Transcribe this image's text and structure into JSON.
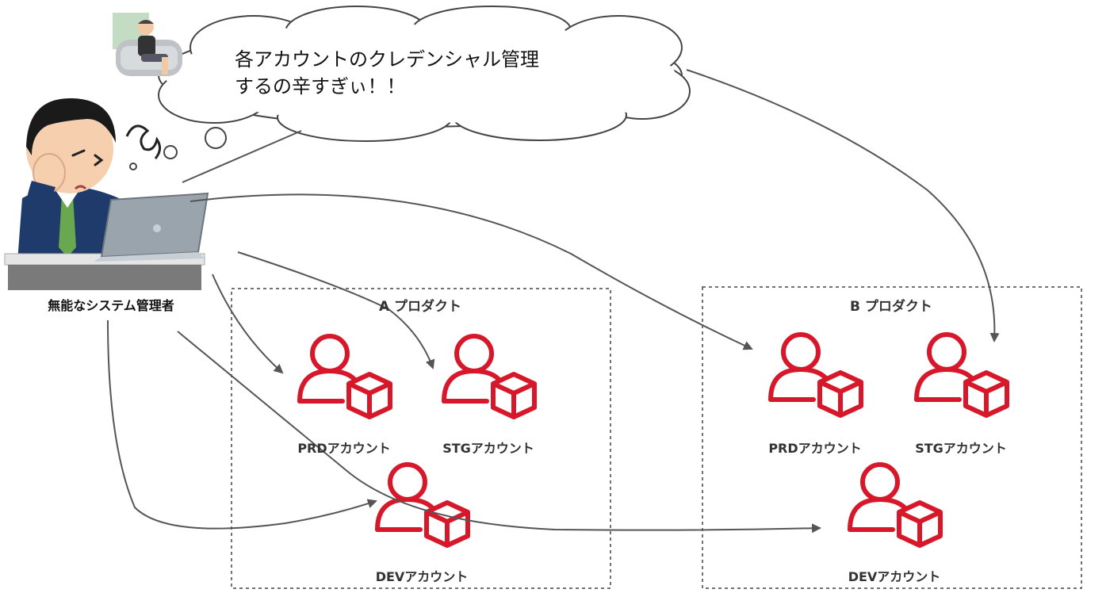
{
  "thought_text": "各アカウントのクレデンシャル管理\nするの辛すぎぃ！！",
  "admin_label": "無能なシステム管理者",
  "groups": [
    {
      "title": "A プロダクト",
      "accounts": [
        {
          "label": "PRDアカウント"
        },
        {
          "label": "STGアカウント"
        },
        {
          "label": "DEVアカウント"
        }
      ]
    },
    {
      "title": "B プロダクト",
      "accounts": [
        {
          "label": "PRDアカウント"
        },
        {
          "label": "STGアカウント"
        },
        {
          "label": "DEVアカウント"
        }
      ]
    }
  ],
  "colors": {
    "account_icon": "#d7182a",
    "arrow": "#555555",
    "group_border": "#444444",
    "suit": "#1f3b6b",
    "tie": "#6aa84f",
    "laptop": "#9aa4ad"
  }
}
